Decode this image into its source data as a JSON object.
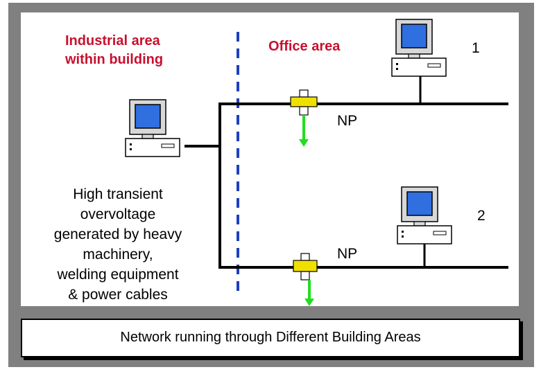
{
  "labels": {
    "industrial_line1": "Industrial area",
    "industrial_line2": "within building",
    "office": "Office area",
    "transient_lines": [
      "High transient",
      "overvoltage",
      "generated by heavy",
      "machinery,",
      "welding equipment",
      "& power cables"
    ],
    "np_top": "NP",
    "np_bottom": "NP",
    "num_1": "1",
    "num_2": "2",
    "caption": "Network running through Different Building Areas"
  },
  "colors": {
    "industrial_text": "#c8102e",
    "divider": "#1f3fbf",
    "protector": "#f0e000",
    "ground_arrow": "#22dd22",
    "monitor_screen": "#2f6fe0"
  },
  "icons": [
    "computer-icon",
    "surge-protector-icon",
    "ground-arrow-icon"
  ]
}
